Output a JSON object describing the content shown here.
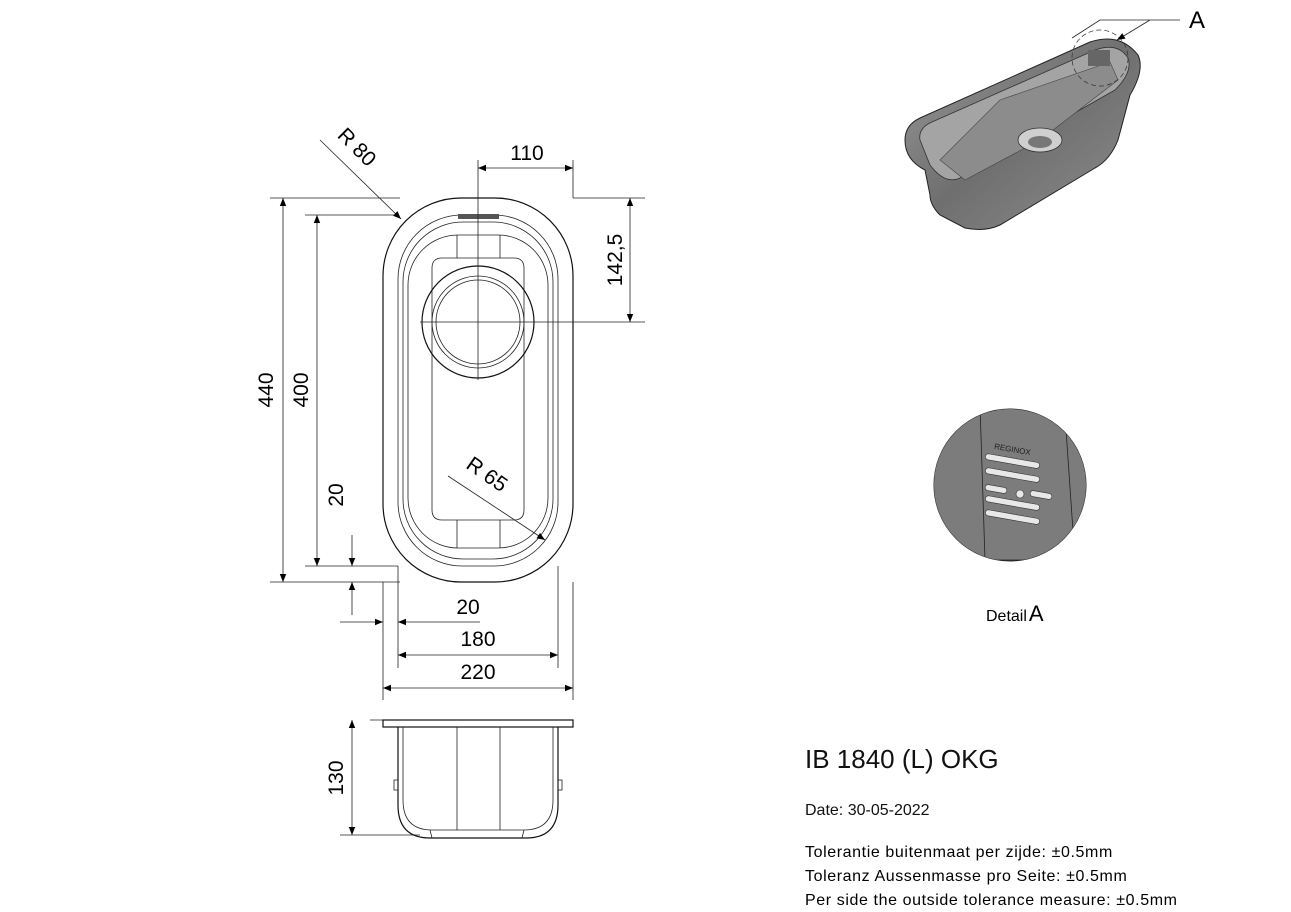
{
  "product": {
    "title": "IB 1840 (L) OKG",
    "date": "Date: 30-05-2022",
    "tolerances": [
      "Tolerantie buitenmaat per zijde: ±0.5mm",
      "Toleranz Aussenmasse pro Seite: ±0.5mm",
      "Per side the outside tolerance measure: ±0.5mm"
    ]
  },
  "dimensions": {
    "radius_outer": "R 80",
    "drain_offset_x": "110",
    "drain_offset_y": "142,5",
    "outer_length": "440",
    "inner_length": "400",
    "rim_vertical": "20",
    "radius_inner": "R 65",
    "rim_horizontal": "20",
    "inner_width": "180",
    "outer_width": "220",
    "depth": "130"
  },
  "detail": {
    "callout": "A",
    "caption": "Detail",
    "caption_letter": "A",
    "logo_text": "REGINOX"
  },
  "colors": {
    "line": "#111111",
    "steel": "#8a8a8a",
    "steel_light": "#bdbdbd"
  }
}
